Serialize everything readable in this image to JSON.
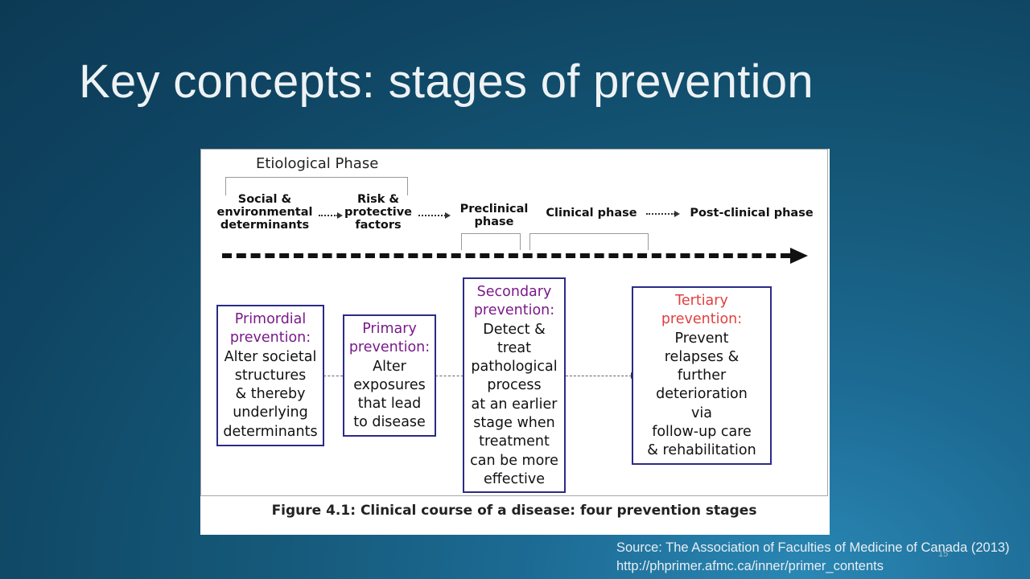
{
  "slide": {
    "title": "Key concepts: stages of prevention",
    "slide_number": "15"
  },
  "figure": {
    "etiological_phase": "Etiological Phase",
    "phases": {
      "social": [
        "Social &",
        "environmental",
        "determinants"
      ],
      "risk": [
        "Risk &",
        "protective",
        "factors"
      ],
      "preclinical": [
        "Preclinical",
        "phase"
      ],
      "clinical": "Clinical phase",
      "post_clinical": "Post-clinical phase"
    },
    "boxes": {
      "primordial": {
        "heading": [
          "Primordial",
          "prevention:"
        ],
        "body": [
          "Alter societal",
          "structures",
          "& thereby",
          "underlying",
          "determinants"
        ]
      },
      "primary": {
        "heading": [
          "Primary",
          "prevention:"
        ],
        "body": [
          "Alter",
          "exposures",
          "that lead",
          "to disease"
        ]
      },
      "secondary": {
        "heading": [
          "Secondary",
          "prevention:"
        ],
        "body": [
          "Detect &",
          "treat",
          "pathological",
          "process",
          "at an earlier",
          "stage when",
          "treatment",
          "can be more",
          "effective"
        ]
      },
      "tertiary": {
        "heading": [
          "Tertiary",
          "prevention:"
        ],
        "body": [
          "Prevent",
          "relapses &",
          "further",
          "deterioration",
          "via",
          "follow-up care",
          "& rehabilitation"
        ]
      }
    },
    "caption": "Figure 4.1: Clinical course of a disease: four prevention stages"
  },
  "source": {
    "line1": "Source: The Association of Faculties of Medicine of Canada (2013)",
    "line2": "http://phprimer.afmc.ca/inner/primer_contents"
  },
  "colors": {
    "box_border": "#2b2b86",
    "heading_purple": "#7a1a8a",
    "heading_red": "#e04040"
  }
}
